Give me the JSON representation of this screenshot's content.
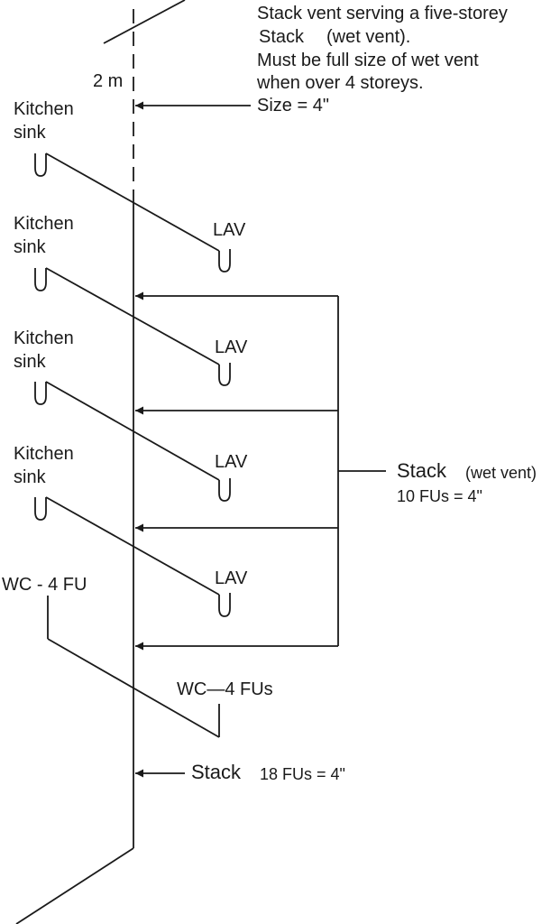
{
  "colors": {
    "line": "#1a1a1a",
    "background": "#ffffff"
  },
  "labels": {
    "vent_note": [
      "Stack vent serving a five-storey",
      "Stack",
      "(wet vent).",
      "Must be full size of wet vent",
      "when over 4 storeys.",
      "Size = 4\""
    ],
    "dimension": "2 m",
    "kitchen_sink": [
      "Kitchen",
      "sink"
    ],
    "lav": "LAV",
    "wc_left": "WC - 4 FU",
    "wc_right": "WC—4 FUs",
    "wet_vent_stack": {
      "title": "Stack",
      "qualifier": "(wet vent)",
      "load": "10 FUs = 4\""
    },
    "main_stack": {
      "title": "Stack",
      "load": "18 FUs = 4\""
    }
  }
}
